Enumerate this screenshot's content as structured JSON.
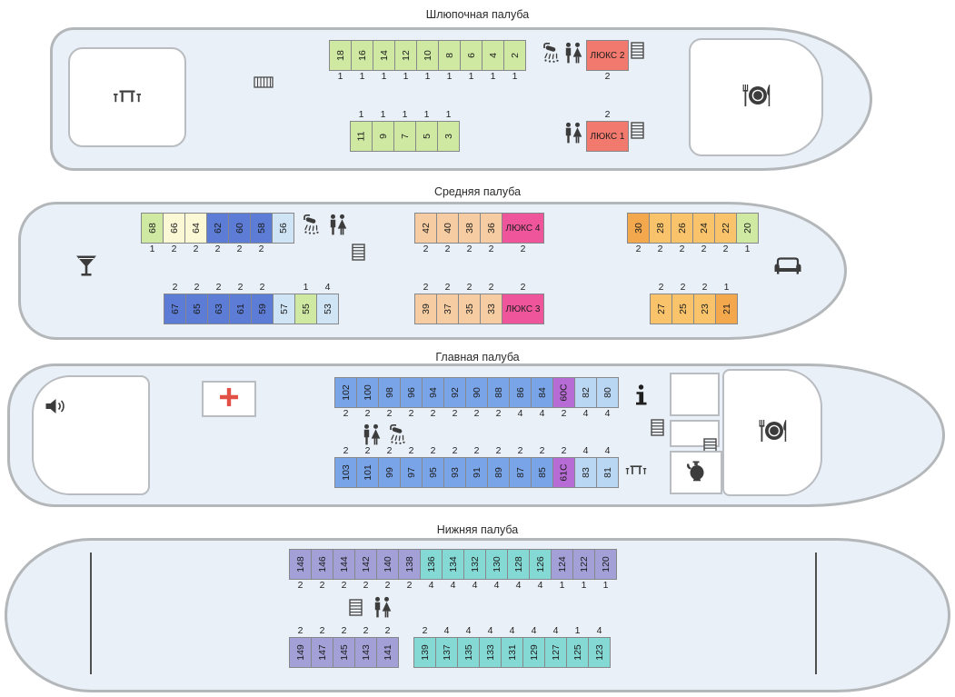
{
  "colors": {
    "green": "#cfe9a3",
    "red": "#f2796e",
    "cream": "#fbf8d6",
    "blue": "#5c7cd6",
    "lightblue": "#cfe4f5",
    "peach": "#f6cda2",
    "pink": "#ef559b",
    "orange": "#f4a84e",
    "yellow": "#f8c36a",
    "mblue": "#7aa4e8",
    "purple": "#b66cd4",
    "pale": "#b9d6f2",
    "lav": "#a3a0d8",
    "cyan": "#84d9d4",
    "hull": "#e9f0f8",
    "hull_border": "#b4b7ba",
    "cross": "#e25045"
  },
  "icons": {
    "boat_deck": [
      "lounge-tables-icon",
      "stairs-icon",
      "shower-icon",
      "wc-icon",
      "restaurant-icon"
    ],
    "middle_deck": [
      "cocktail-bar-icon",
      "shower-icon",
      "wc-icon",
      "stairs-icon",
      "sofa-icon"
    ],
    "main_deck": [
      "speaker-icon",
      "medical-cross-icon",
      "wc-icon",
      "shower-icon",
      "info-icon",
      "stairs-icon",
      "bench-icon",
      "samovar-icon",
      "restaurant-icon"
    ],
    "lower_deck": [
      "stairs-icon",
      "wc-icon"
    ]
  },
  "decks": {
    "boat": {
      "title": "Шлюпочная палуба",
      "top_cabins": [
        {
          "num": "18",
          "berths": "1",
          "color": "green"
        },
        {
          "num": "16",
          "berths": "1",
          "color": "green"
        },
        {
          "num": "14",
          "berths": "1",
          "color": "green"
        },
        {
          "num": "12",
          "berths": "1",
          "color": "green"
        },
        {
          "num": "10",
          "berths": "1",
          "color": "green"
        },
        {
          "num": "8",
          "berths": "1",
          "color": "green"
        },
        {
          "num": "6",
          "berths": "1",
          "color": "green"
        },
        {
          "num": "4",
          "berths": "1",
          "color": "green"
        },
        {
          "num": "2",
          "berths": "1",
          "color": "green"
        }
      ],
      "luxe_top": [
        {
          "num": "ЛЮКС 2",
          "berths": "2",
          "color": "red",
          "wide": true
        }
      ],
      "bottom_cabins": [
        {
          "num": "11",
          "berths": "1",
          "color": "green"
        },
        {
          "num": "9",
          "berths": "1",
          "color": "green"
        },
        {
          "num": "7",
          "berths": "1",
          "color": "green"
        },
        {
          "num": "5",
          "berths": "1",
          "color": "green"
        },
        {
          "num": "3",
          "berths": "1",
          "color": "green"
        }
      ],
      "luxe_bottom": [
        {
          "num": "ЛЮКС 1",
          "berths": "2",
          "color": "red",
          "wide": true
        }
      ]
    },
    "middle": {
      "title": "Средняя палуба",
      "top_left": [
        {
          "num": "68",
          "berths": "1",
          "color": "green"
        },
        {
          "num": "66",
          "berths": "2",
          "color": "cream"
        },
        {
          "num": "64",
          "berths": "2",
          "color": "cream"
        },
        {
          "num": "62",
          "berths": "2",
          "color": "blue"
        },
        {
          "num": "60",
          "berths": "2",
          "color": "blue"
        },
        {
          "num": "58",
          "berths": "2",
          "color": "blue"
        },
        {
          "num": "56",
          "berths": "",
          "color": "lightblue"
        }
      ],
      "top_center": [
        {
          "num": "42",
          "berths": "2",
          "color": "peach"
        },
        {
          "num": "40",
          "berths": "2",
          "color": "peach"
        },
        {
          "num": "38",
          "berths": "2",
          "color": "peach"
        },
        {
          "num": "36",
          "berths": "2",
          "color": "peach"
        },
        {
          "num": "ЛЮКС 4",
          "berths": "2",
          "color": "pink",
          "wide": true
        }
      ],
      "top_right": [
        {
          "num": "30",
          "berths": "2",
          "color": "orange"
        },
        {
          "num": "28",
          "berths": "2",
          "color": "yellow"
        },
        {
          "num": "26",
          "berths": "2",
          "color": "yellow"
        },
        {
          "num": "24",
          "berths": "2",
          "color": "yellow"
        },
        {
          "num": "22",
          "berths": "2",
          "color": "yellow"
        },
        {
          "num": "20",
          "berths": "1",
          "color": "green"
        }
      ],
      "bottom_left": [
        {
          "num": "67",
          "berths": "2",
          "color": "blue"
        },
        {
          "num": "65",
          "berths": "2",
          "color": "blue"
        },
        {
          "num": "63",
          "berths": "2",
          "color": "blue"
        },
        {
          "num": "61",
          "berths": "2",
          "color": "blue"
        },
        {
          "num": "59",
          "berths": "2",
          "color": "blue"
        },
        {
          "num": "57",
          "berths": "",
          "color": "lightblue"
        },
        {
          "num": "55",
          "berths": "1",
          "color": "green"
        },
        {
          "num": "53",
          "berths": "4",
          "color": "lightblue"
        }
      ],
      "bottom_center": [
        {
          "num": "39",
          "berths": "2",
          "color": "peach"
        },
        {
          "num": "37",
          "berths": "2",
          "color": "peach"
        },
        {
          "num": "35",
          "berths": "2",
          "color": "peach"
        },
        {
          "num": "33",
          "berths": "2",
          "color": "peach"
        },
        {
          "num": "ЛЮКС 3",
          "berths": "2",
          "color": "pink",
          "wide": true
        }
      ],
      "bottom_right": [
        {
          "num": "27",
          "berths": "2",
          "color": "yellow"
        },
        {
          "num": "25",
          "berths": "2",
          "color": "yellow"
        },
        {
          "num": "23",
          "berths": "2",
          "color": "yellow"
        },
        {
          "num": "21",
          "berths": "1",
          "color": "orange"
        }
      ]
    },
    "main": {
      "title": "Главная палуба",
      "top_row": [
        {
          "num": "102",
          "berths": "2",
          "color": "mblue"
        },
        {
          "num": "100",
          "berths": "2",
          "color": "mblue"
        },
        {
          "num": "98",
          "berths": "2",
          "color": "mblue"
        },
        {
          "num": "96",
          "berths": "2",
          "color": "mblue"
        },
        {
          "num": "94",
          "berths": "2",
          "color": "mblue"
        },
        {
          "num": "92",
          "berths": "2",
          "color": "mblue"
        },
        {
          "num": "90",
          "berths": "2",
          "color": "mblue"
        },
        {
          "num": "88",
          "berths": "2",
          "color": "mblue"
        },
        {
          "num": "86",
          "berths": "4",
          "color": "mblue"
        },
        {
          "num": "84",
          "berths": "4",
          "color": "mblue"
        },
        {
          "num": "60С",
          "berths": "2",
          "color": "purple"
        },
        {
          "num": "82",
          "berths": "4",
          "color": "pale"
        },
        {
          "num": "80",
          "berths": "4",
          "color": "pale"
        }
      ],
      "bottom_row": [
        {
          "num": "103",
          "berths": "2",
          "color": "mblue"
        },
        {
          "num": "101",
          "berths": "2",
          "color": "mblue"
        },
        {
          "num": "99",
          "berths": "2",
          "color": "mblue"
        },
        {
          "num": "97",
          "berths": "2",
          "color": "mblue"
        },
        {
          "num": "95",
          "berths": "2",
          "color": "mblue"
        },
        {
          "num": "93",
          "berths": "2",
          "color": "mblue"
        },
        {
          "num": "91",
          "berths": "2",
          "color": "mblue"
        },
        {
          "num": "89",
          "berths": "2",
          "color": "mblue"
        },
        {
          "num": "87",
          "berths": "2",
          "color": "mblue"
        },
        {
          "num": "85",
          "berths": "2",
          "color": "mblue"
        },
        {
          "num": "61С",
          "berths": "2",
          "color": "purple"
        },
        {
          "num": "83",
          "berths": "4",
          "color": "pale"
        },
        {
          "num": "81",
          "berths": "4",
          "color": "pale"
        }
      ]
    },
    "lower": {
      "title": "Нижняя палуба",
      "top_row": [
        {
          "num": "148",
          "berths": "2",
          "color": "lav"
        },
        {
          "num": "146",
          "berths": "2",
          "color": "lav"
        },
        {
          "num": "144",
          "berths": "2",
          "color": "lav"
        },
        {
          "num": "142",
          "berths": "2",
          "color": "lav"
        },
        {
          "num": "140",
          "berths": "2",
          "color": "lav"
        },
        {
          "num": "138",
          "berths": "2",
          "color": "lav"
        },
        {
          "num": "136",
          "berths": "4",
          "color": "cyan"
        },
        {
          "num": "134",
          "berths": "4",
          "color": "cyan"
        },
        {
          "num": "132",
          "berths": "4",
          "color": "cyan"
        },
        {
          "num": "130",
          "berths": "4",
          "color": "cyan"
        },
        {
          "num": "128",
          "berths": "4",
          "color": "cyan"
        },
        {
          "num": "126",
          "berths": "4",
          "color": "cyan"
        },
        {
          "num": "124",
          "berths": "1",
          "color": "lav"
        },
        {
          "num": "122",
          "berths": "1",
          "color": "lav"
        },
        {
          "num": "120",
          "berths": "1",
          "color": "lav"
        }
      ],
      "bottom_left": [
        {
          "num": "149",
          "berths": "2",
          "color": "lav"
        },
        {
          "num": "147",
          "berths": "2",
          "color": "lav"
        },
        {
          "num": "145",
          "berths": "2",
          "color": "lav"
        },
        {
          "num": "143",
          "berths": "2",
          "color": "lav"
        },
        {
          "num": "141",
          "berths": "2",
          "color": "lav"
        }
      ],
      "bottom_right": [
        {
          "num": "139",
          "berths": "2",
          "color": "cyan"
        },
        {
          "num": "137",
          "berths": "4",
          "color": "cyan"
        },
        {
          "num": "135",
          "berths": "4",
          "color": "cyan"
        },
        {
          "num": "133",
          "berths": "4",
          "color": "cyan"
        },
        {
          "num": "131",
          "berths": "4",
          "color": "cyan"
        },
        {
          "num": "129",
          "berths": "4",
          "color": "cyan"
        },
        {
          "num": "127",
          "berths": "4",
          "color": "cyan"
        },
        {
          "num": "125",
          "berths": "1",
          "color": "cyan"
        },
        {
          "num": "123",
          "berths": "4",
          "color": "cyan"
        }
      ]
    }
  }
}
